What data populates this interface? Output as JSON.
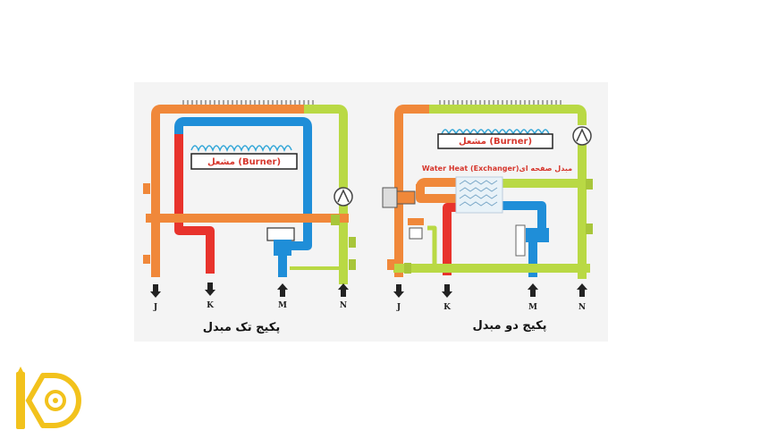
{
  "diagram": {
    "left": {
      "caption": "پکیج تک مبدل",
      "burner_label": "مشعل (Burner)",
      "ports": [
        "J",
        "K",
        "M",
        "N"
      ]
    },
    "right": {
      "caption": "پکیج دو مبدل",
      "burner_label": "مشعل (Burner)",
      "exchanger_label": "Water Heat (Exchanger)مبدل صفحه ای",
      "ports": [
        "J",
        "K",
        "M",
        "N"
      ]
    }
  },
  "logo": {
    "name": "KD logo",
    "color": "#f2c21c"
  },
  "colors": {
    "hot_supply": "#f0883a",
    "hot_water": "#e8332c",
    "cold_water": "#1f8ed8",
    "return": "#b9d944"
  }
}
